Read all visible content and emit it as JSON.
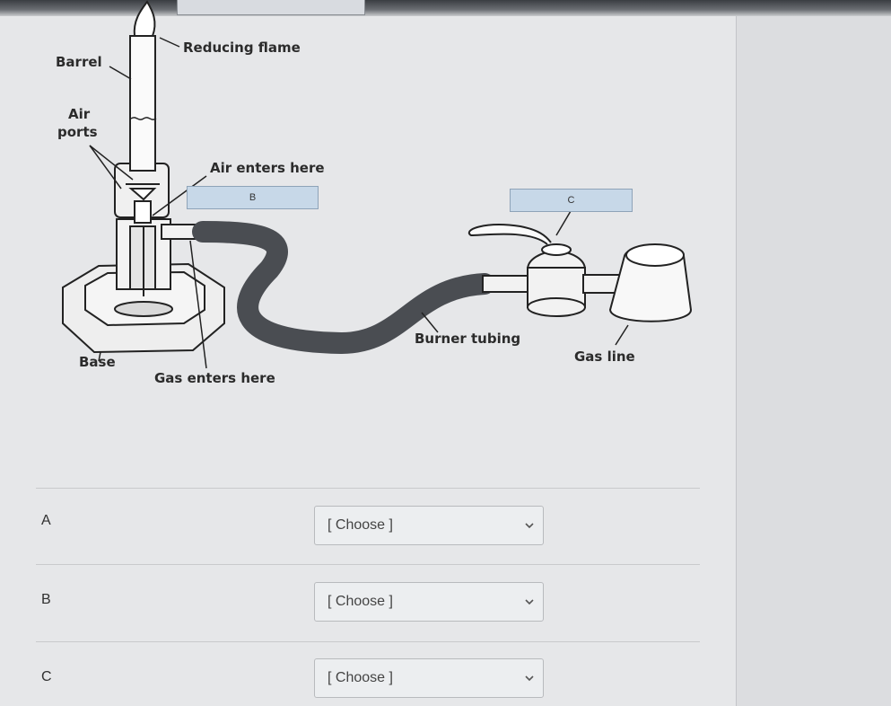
{
  "diagram": {
    "labels": {
      "reducing_flame": "Reducing flame",
      "barrel": "Barrel",
      "air_ports_1": "Air",
      "air_ports_2": "ports",
      "air_enters": "Air enters here",
      "burner_tubing": "Burner tubing",
      "gas_line": "Gas line",
      "base": "Base",
      "gas_enters": "Gas enters here"
    },
    "answer_boxes": {
      "b": "B",
      "c": "C"
    }
  },
  "questions": [
    {
      "label": "A",
      "placeholder": "[ Choose ]"
    },
    {
      "label": "B",
      "placeholder": "[ Choose ]"
    },
    {
      "label": "C",
      "placeholder": "[ Choose ]"
    }
  ],
  "icons": {
    "dropdown": "chevron-down-icon"
  },
  "colors": {
    "page_bg": "#e6e7e9",
    "answer_box": "#c7d8e8",
    "tubing": "#4a4d52"
  }
}
